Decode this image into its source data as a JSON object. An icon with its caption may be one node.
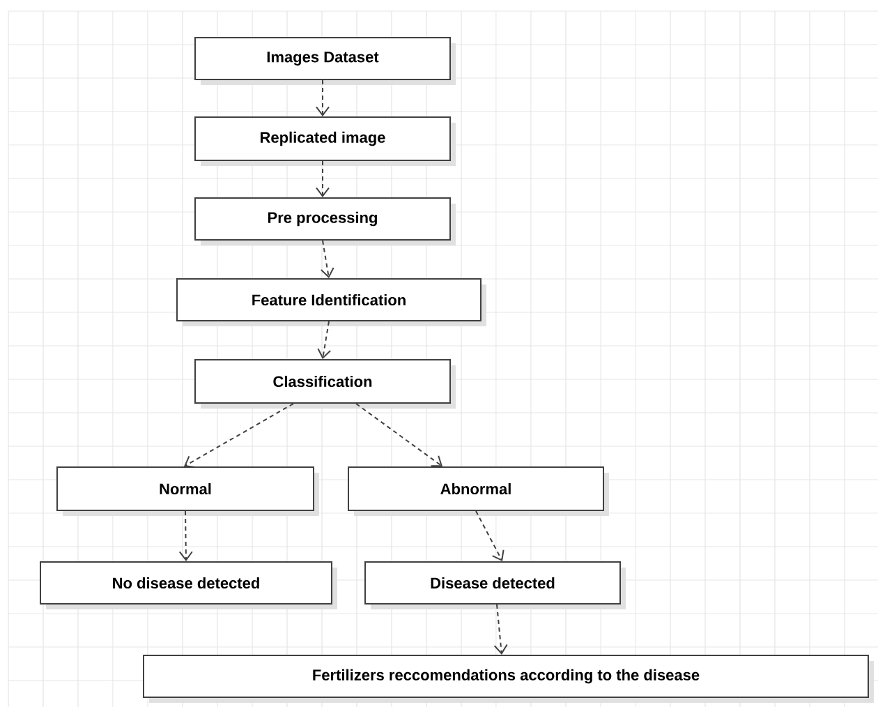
{
  "diagram": {
    "nodes": [
      {
        "text": [
          "Images Dataset"
        ]
      },
      {
        "text": [
          "Replicated image"
        ]
      },
      {
        "text": [
          "Pre processing"
        ]
      },
      {
        "text": [
          "Feature Identification"
        ]
      },
      {
        "text": [
          "Classification"
        ]
      },
      {
        "text": [
          "Normal"
        ]
      },
      {
        "text": [
          "Abnormal"
        ]
      },
      {
        "text": [
          "No disease detected"
        ]
      },
      {
        "text": [
          "Disease detected"
        ]
      },
      {
        "text": [
          "Fertilizers reccomendations according to the disease"
        ]
      }
    ],
    "edges": [
      {
        "from": 0,
        "to": 1,
        "arrow": "to",
        "style": "dashed"
      },
      {
        "from": 1,
        "to": 2,
        "arrow": "to",
        "style": "dashed"
      },
      {
        "from": 2,
        "to": 3,
        "arrow": "to",
        "style": "dashed"
      },
      {
        "from": 3,
        "to": 4,
        "arrow": "to",
        "style": "dashed"
      },
      {
        "from": 4,
        "to": 5,
        "arrow": "to",
        "style": "dashed"
      },
      {
        "from": 4,
        "to": 6,
        "arrow": "to",
        "style": "dashed"
      },
      {
        "from": 5,
        "to": 7,
        "arrow": "to",
        "style": "dashed"
      },
      {
        "from": 6,
        "to": 8,
        "arrow": "to",
        "style": "dashed"
      },
      {
        "from": 8,
        "to": 9,
        "arrow": "to",
        "style": "dashed"
      }
    ]
  }
}
